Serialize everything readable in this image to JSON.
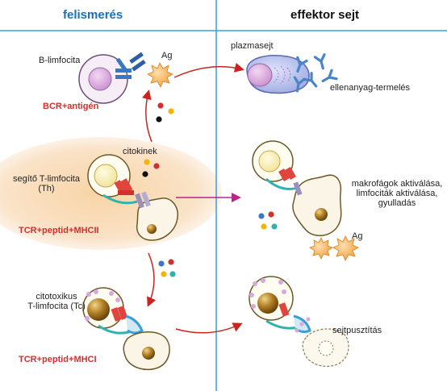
{
  "headers": {
    "left": "felismerés",
    "right": "effektor sejt"
  },
  "labels": {
    "b_cell": "B-limfocita",
    "antigen_top": "Ag",
    "plasma_cell": "plazmasejt",
    "antibody_production": "ellenanyag-termelés",
    "bcr_antigen": "BCR+antigén",
    "cytokines": "citokinek",
    "th_cell_line1": "segítő T-limfocita",
    "th_cell_line2": "(Th)",
    "macro_line1": "makrofágok aktiválása,",
    "macro_line2": "limfociták aktiválása,",
    "macro_line3": "gyulladás",
    "tcr_mhc2": "TCR+peptid+MHCII",
    "antigen_mid": "Ag",
    "tc_cell_line1": "citotoxikus",
    "tc_cell_line2": "T-limfocita (Tc)",
    "cell_killing": "sejtpusztítás",
    "tcr_mhc1": "TCR+peptid+MHCI"
  },
  "colors": {
    "header_blue": "#1a6fb5",
    "divider_blue": "#3a9fd6",
    "label_red": "#d0312d",
    "arrow_red": "#cc2222",
    "arrow_magenta": "#c0228c",
    "highlight_orange": "#f8d9b4",
    "receptor_blue": "#3a77c4",
    "receptor_red": "#e0443c",
    "receptor_teal": "#2fb3b0",
    "cytokine_yellow": "#f2b500",
    "burst_orange": "#f5a23c"
  },
  "icons": [
    "antibody-icon",
    "antigen-burst-icon",
    "cytokine-icon",
    "arrow-icon"
  ]
}
